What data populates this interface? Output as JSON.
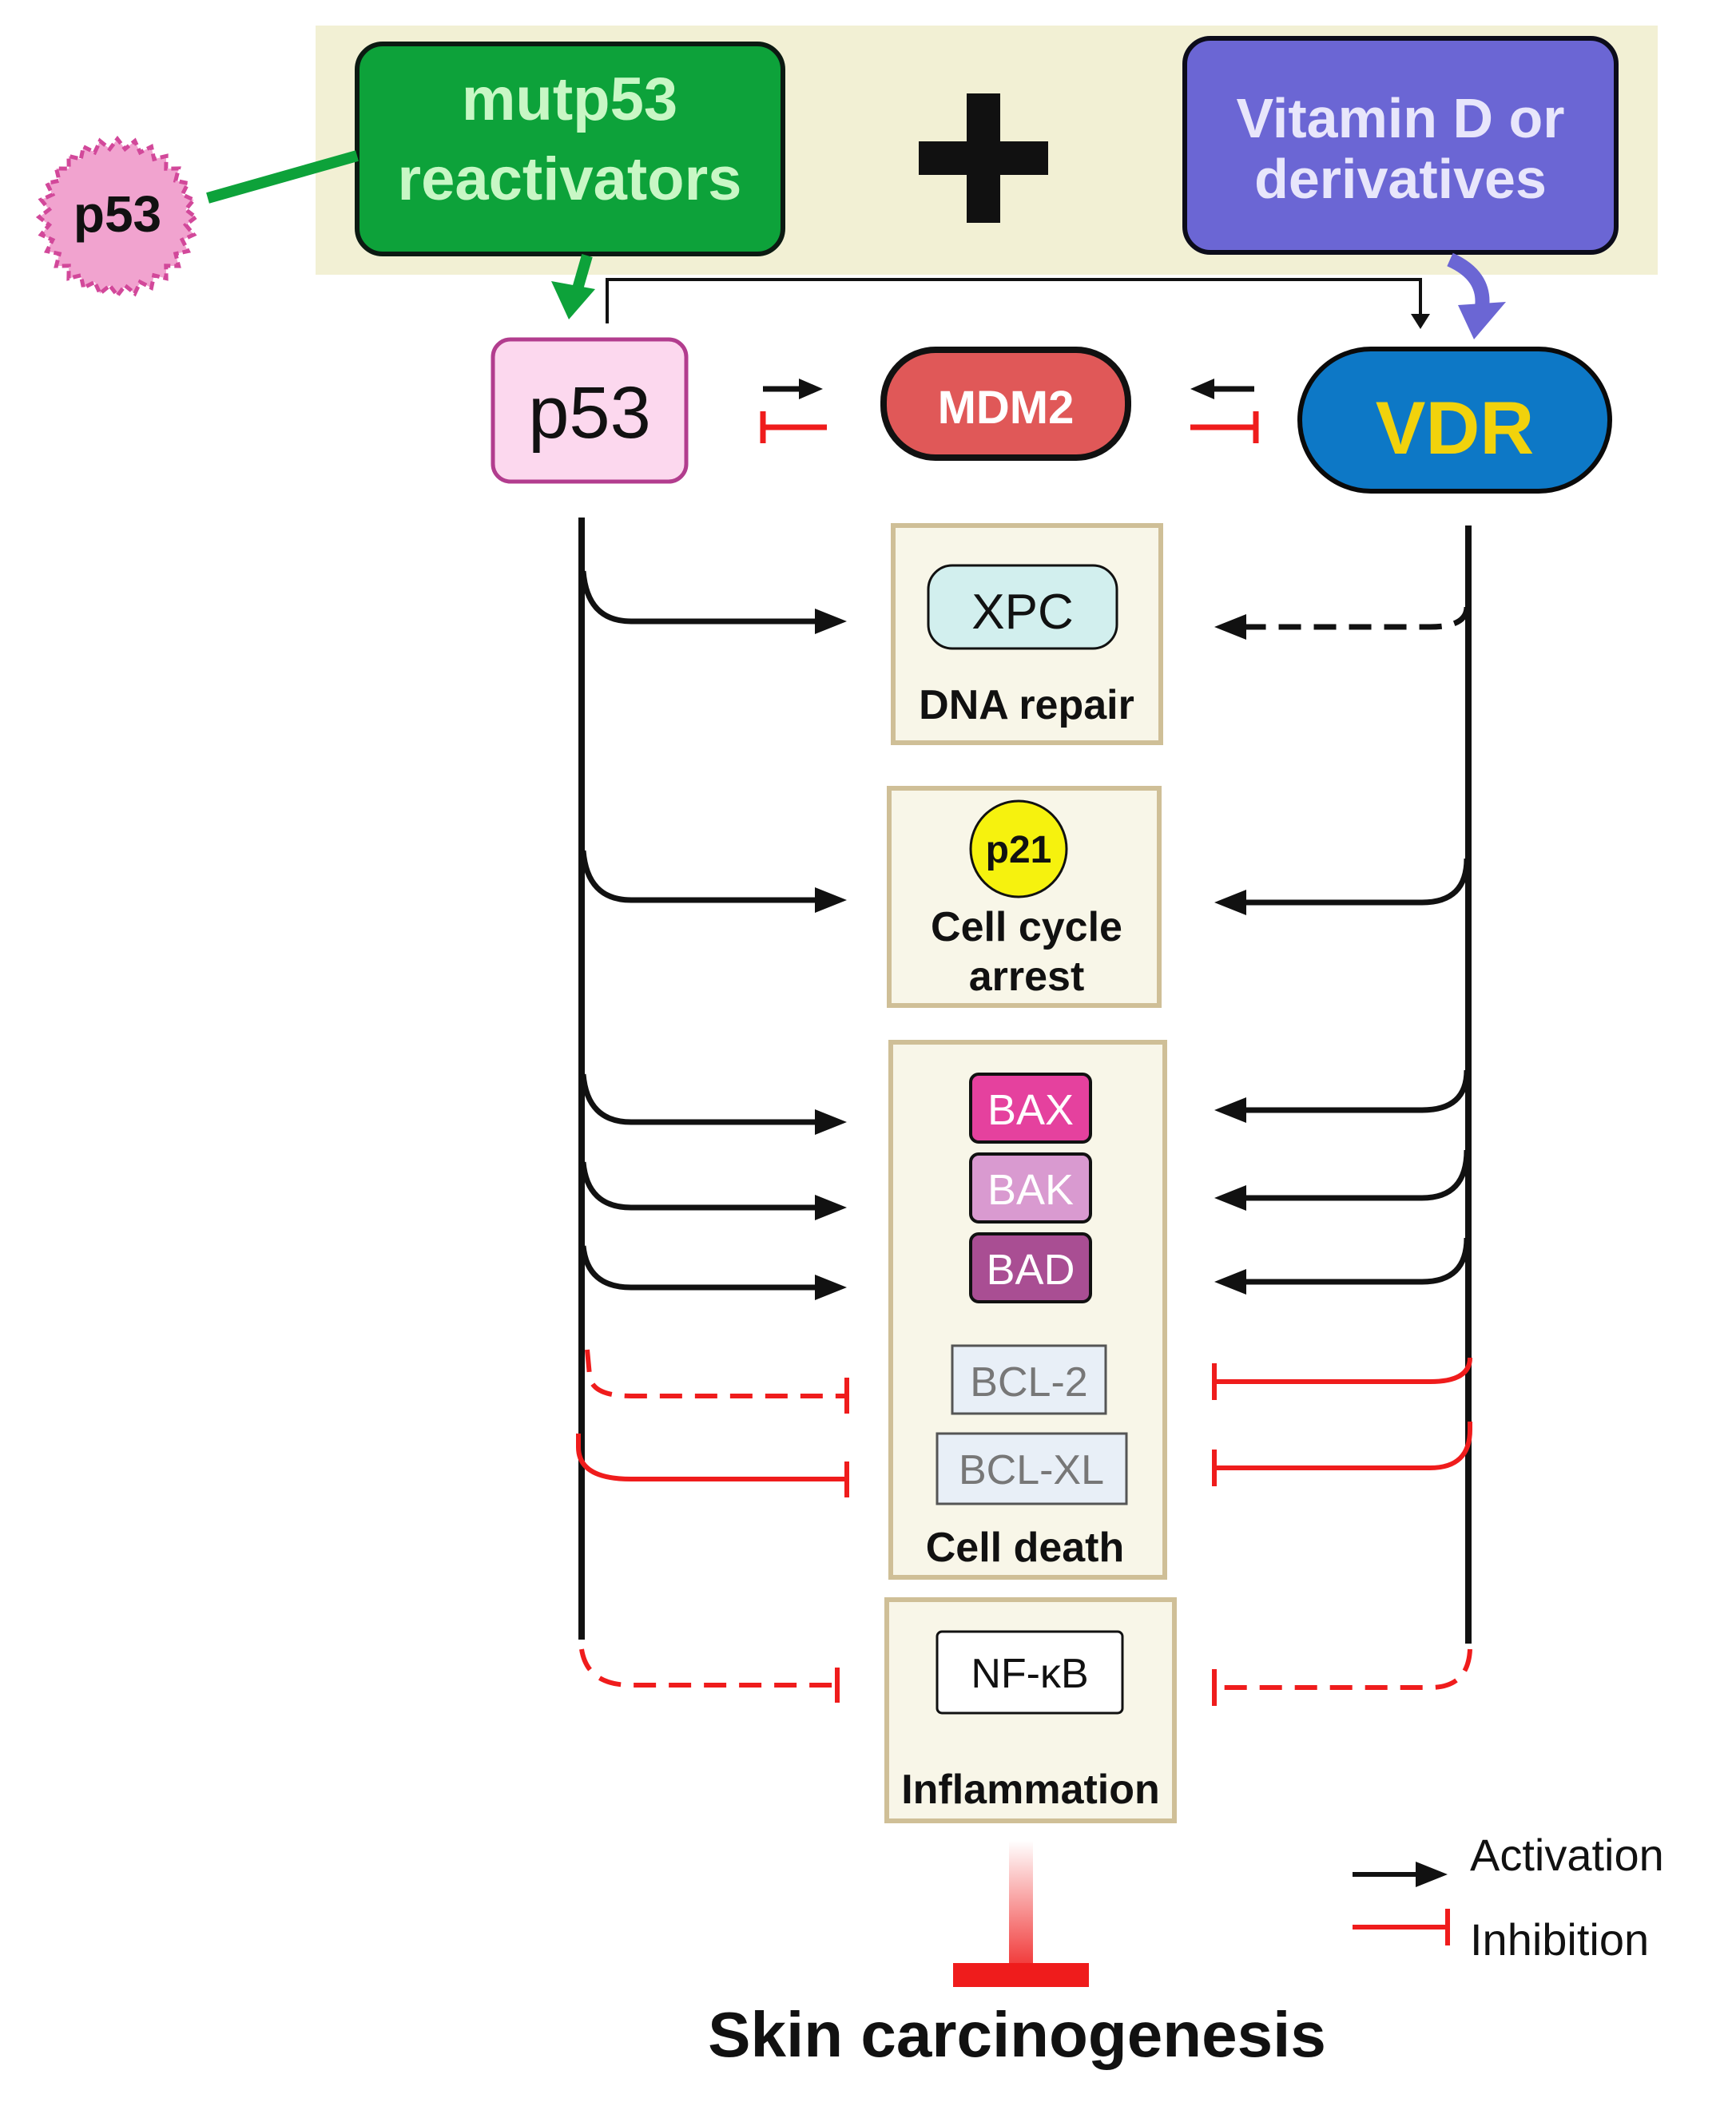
{
  "top": {
    "reactivator_label": [
      "mutp53",
      "reactivators"
    ],
    "plus_sign": "+",
    "vitamin_label": [
      "Vitamin D or",
      "derivatives"
    ],
    "p53_badge": "p53"
  },
  "nodes": {
    "p53": "p53",
    "mdm2": "MDM2",
    "vdr": "VDR"
  },
  "modules": {
    "dna_repair": {
      "marker": "XPC",
      "label": "DNA repair"
    },
    "cell_cycle": {
      "marker": "p21",
      "label": [
        "Cell cycle",
        "arrest"
      ]
    },
    "cell_death": {
      "pro": [
        "BAX",
        "BAK",
        "BAD"
      ],
      "anti": [
        "BCL-2",
        "BCL-XL"
      ],
      "label": "Cell death"
    },
    "inflammation": {
      "marker": "NF-κB",
      "label": "Inflammation"
    }
  },
  "outcome": "Skin carcinogenesis",
  "legend": {
    "activation": "Activation",
    "inhibition": "Inhibition"
  },
  "colors": {
    "reactivator_green": "#0da23a",
    "reactivator_text": "#c8f7c5",
    "vitamin_purple": "#6b66d4",
    "vdr_blue": "#0d78c6",
    "vdr_text": "#f1d20c",
    "mdm2_red": "#e05858",
    "p53_pink": "#fcd8ee",
    "module_beige": "#f8f6e8",
    "module_border": "#cfbf97",
    "top_band": "#f2f0d4",
    "inhibit_red": "#ef1c1c",
    "bax": "#e5419e",
    "bak": "#d99ad0",
    "bad": "#a94e93",
    "p21_yellow": "#f6f20e",
    "xpc_teal": "#d2efee"
  }
}
